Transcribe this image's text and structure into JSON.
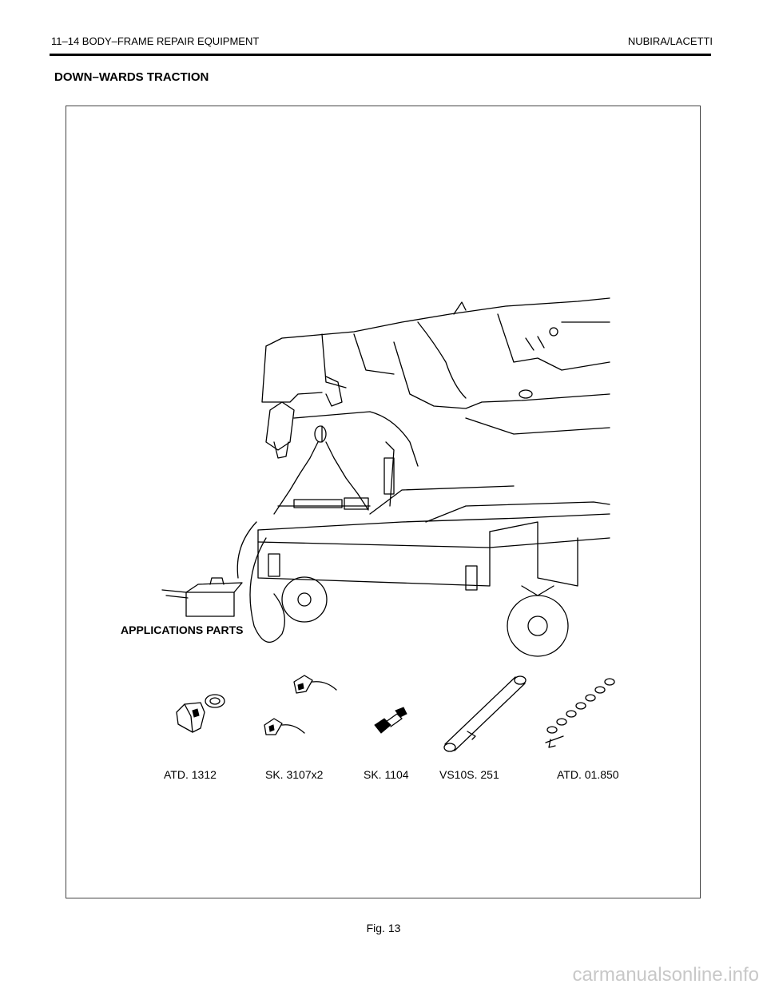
{
  "header": {
    "left": "11–14 BODY–FRAME REPAIR EQUIPMENT",
    "right": "NUBIRA/LACETTI"
  },
  "section_title": "DOWN–WARDS TRACTION",
  "figure": {
    "applications_title": "APPLICATIONS PARTS",
    "parts": [
      {
        "label": "ATD. 1312"
      },
      {
        "label": "SK. 3107x2"
      },
      {
        "label": "SK. 1104"
      },
      {
        "label": "VS10S. 251"
      },
      {
        "label": "ATD. 01.850"
      }
    ],
    "caption": "Fig. 13"
  },
  "watermark": "carmanualsonline.info",
  "colors": {
    "text": "#000000",
    "frame": "#444444",
    "watermark": "#c8c8c8"
  }
}
